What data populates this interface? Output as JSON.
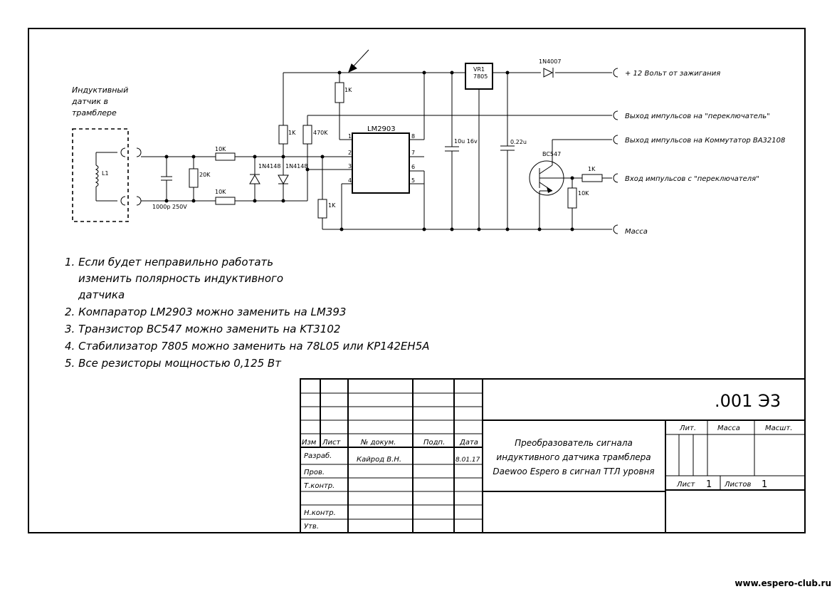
{
  "sensor": {
    "label": [
      "Индуктивный",
      "датчик в",
      "трамблере"
    ],
    "coil": "L1"
  },
  "components": {
    "r_top": "1K",
    "r_10k_a": "10K",
    "r_10k_b": "10K",
    "r_20k": "20K",
    "c_1000p": "1000p 250V",
    "d1": "1N4148",
    "d2": "1N4148",
    "r_1k_mid": "1K",
    "r_470k": "470K",
    "r_1k_low": "1K",
    "ic": "LM2903",
    "vr_name": "VR1",
    "vr_part": "7805",
    "c_10u": "10u 16v",
    "c_022": "0.22u",
    "d_top": "1N4007",
    "transistor": "BC547",
    "r_1k_base": "1K",
    "r_10k_base": "10K",
    "pins": [
      "1",
      "2",
      "3",
      "4",
      "8",
      "7",
      "6",
      "5"
    ]
  },
  "connectors": {
    "power": "+ 12 Вольт от зажигания",
    "out_switch": "Выход импульсов на \"переключатель\"",
    "out_commutator": "Выход импульсов на Коммутатор BA32108",
    "in_switch": "Вход импульсов с \"переключателя\"",
    "ground": "Масса"
  },
  "notes": [
    "1. Если будет неправильно работать",
    "изменить полярность индуктивного",
    "датчика",
    "2. Компаратор LM2903 можно заменить на LM393",
    "3. Транзистор BC547 можно заменить на KT3102",
    "4. Стабилизатор 7805 можно заменить на 78L05 или KP142EH5A",
    "5. Все резисторы мощностью 0,125 Вт"
  ],
  "title_block": {
    "doc_code": ".001 Э3",
    "headers": [
      "Изм",
      "Лист",
      "№ докум.",
      "Подп.",
      "Дата"
    ],
    "rows": [
      "Разраб.",
      "Пров.",
      "Т.контр.",
      "Н.контр.",
      "Утв."
    ],
    "developer": "Кайрод В.Н.",
    "date": "8.01.17",
    "title": [
      "Преобразователь сигнала",
      "индуктивного датчика трамблера",
      "Daewoo Espero в сигнал ТТЛ уровня"
    ],
    "lit": "Лит.",
    "mass": "Масса",
    "scale": "Масшт.",
    "sheet_label": "Лист",
    "sheet_value": "1",
    "sheets_label": "Листов",
    "sheets_value": "1"
  },
  "watermark": "www.espero-club.ru"
}
